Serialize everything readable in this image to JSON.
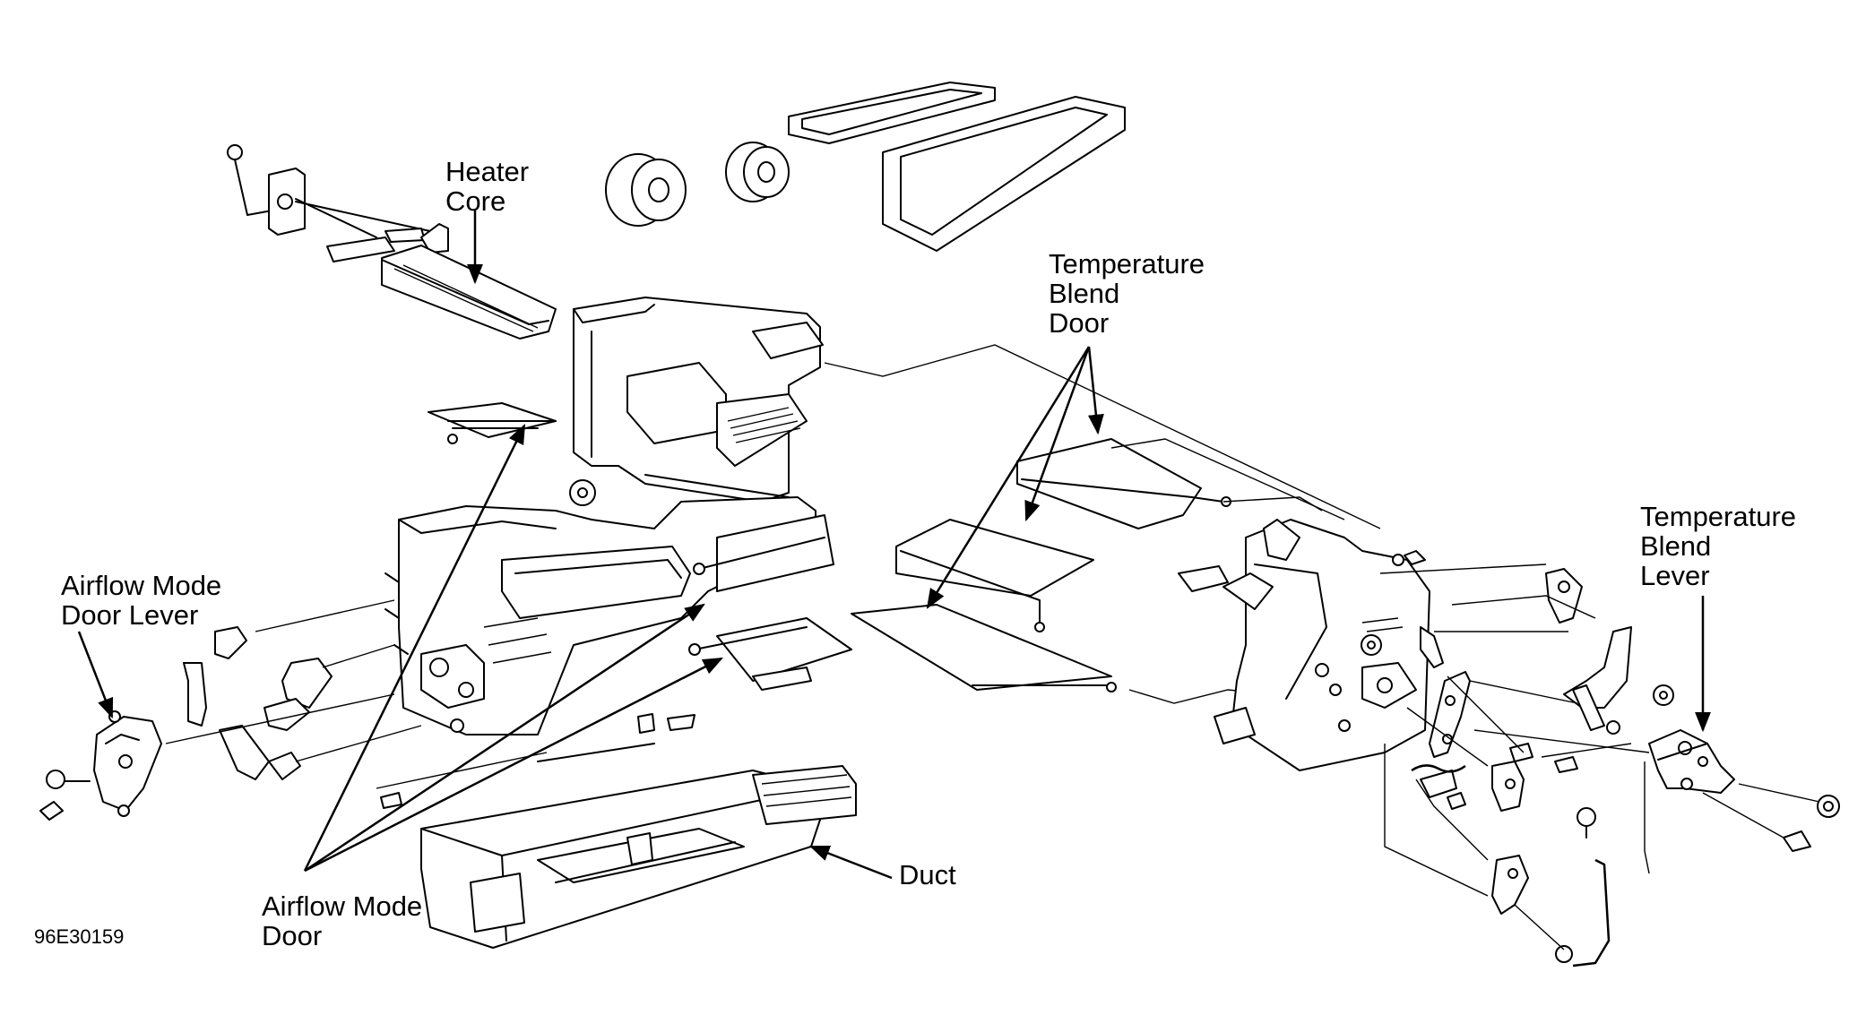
{
  "labels": {
    "heater_core": [
      "Heater",
      "Core"
    ],
    "temp_blend_door": [
      "Temperature",
      "Blend",
      "Door"
    ],
    "temp_blend_lever": [
      "Temperature",
      "Blend",
      "Lever"
    ],
    "airflow_mode_door_lever": [
      "Airflow Mode",
      "Door Lever"
    ],
    "airflow_mode_door": [
      "Airflow Mode",
      "Door"
    ],
    "duct": "Duct"
  },
  "figure_code": "96E30159"
}
